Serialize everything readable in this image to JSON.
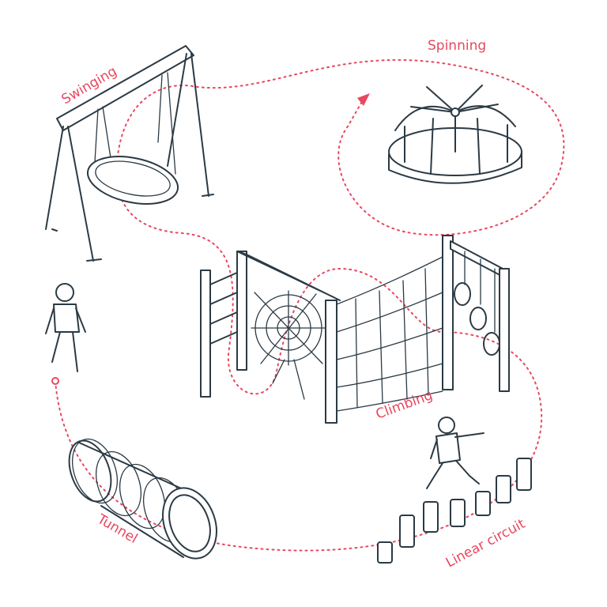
{
  "labels": {
    "swinging": "Swinging",
    "spinning": "Spinning",
    "climbing": "Climbing",
    "tunnel": "Tunnel",
    "linear_circuit": "Linear circuit"
  },
  "colors": {
    "accent": "#e8475f",
    "ink": "#2b3a44",
    "background": "#ffffff"
  }
}
